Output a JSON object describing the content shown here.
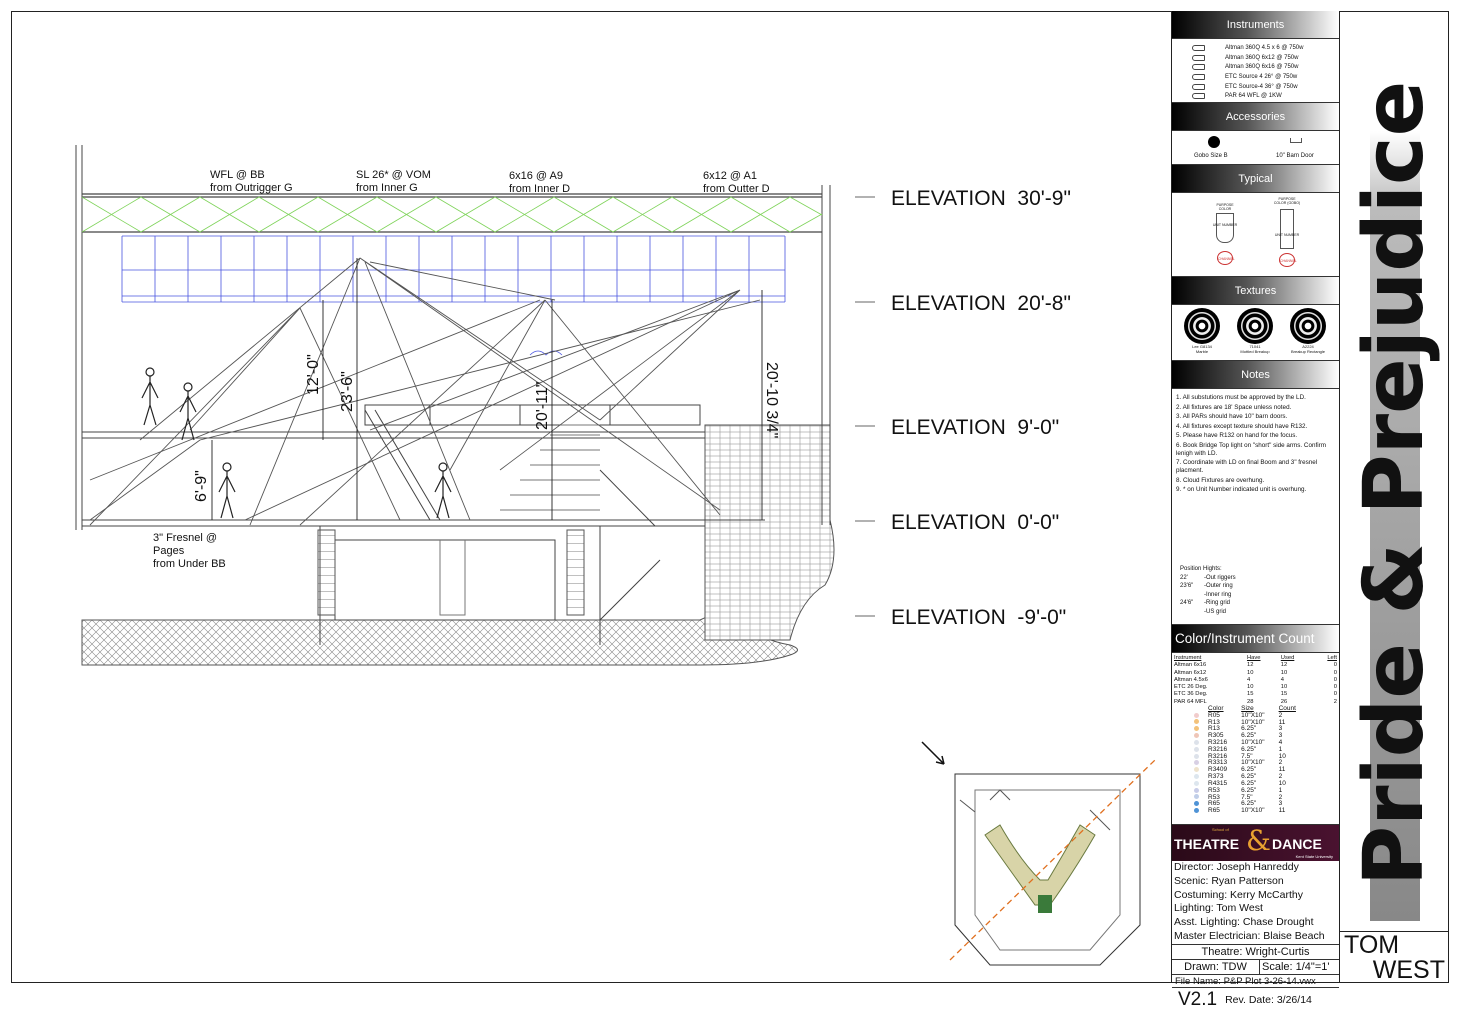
{
  "drawing": {
    "labels": [
      {
        "l1": "WFL @ BB",
        "l2": "from Outrigger G"
      },
      {
        "l1": "SL 26* @ VOM",
        "l2": "from Inner G"
      },
      {
        "l1": "6x16 @ A9",
        "l2": "from Inner D"
      },
      {
        "l1": "6x12 @ A1",
        "l2": "from Outter D"
      }
    ],
    "fresnel": [
      "3\" Fresnel @",
      "Pages",
      "from Under BB"
    ],
    "dimensions": [
      "12'-0\"",
      "23'-6\"",
      "20'-11\"",
      "20'-10 3/4\"",
      "6'-9\""
    ],
    "elevations": [
      "ELEVATION  30'-9\"",
      "ELEVATION  20'-8\"",
      "ELEVATION  9'-0\"",
      "ELEVATION  0'-0\"",
      "ELEVATION  -9'-0\""
    ]
  },
  "title_block": {
    "instruments_title": "Instruments",
    "instruments": [
      "Altman 360Q 4.5 x 6 @ 750w",
      "Altman 360Q 6x12 @ 750w",
      "Altman 360Q 6x16 @ 750w",
      "ETC Source 4 26° @ 750w",
      "ETC Source-4 36° @ 750w",
      "PAR 64 WFL @ 1KW"
    ],
    "accessories_title": "Accessories",
    "accessories": [
      "Gobo Size B",
      "10\" Barn Door"
    ],
    "typical_title": "Typical",
    "typical_labels": [
      "PURPOSE COLOR",
      "UNIT NUMBER",
      "CHANNEL",
      "PURPOSE COLOR (GOBO)",
      "UNIT NUMBER",
      "CHANNEL"
    ],
    "textures_title": "Textures",
    "textures": [
      {
        "l1": "Lee G8134",
        "l2": "Marble"
      },
      {
        "l1": "71041",
        "l2": "Mottled Breakup"
      },
      {
        "l1": "A2224",
        "l2": "Breakup Rectangle"
      }
    ],
    "notes_title": "Notes",
    "notes": [
      "1. All substutions must be approved by the LD.",
      "2. All fixtures are 18' Space unless noted.",
      "3. All PARs should have 10\" barn doors.",
      "4. All fixtures except texture should have R132.",
      "5. Please have R132 on hand for the focus.",
      "6. Book Bridge Top light on \"short\" side arms. Confirm lenigh with LD.",
      "7. Coordinate with LD on final Boom and 3\" fresnel placment.",
      "8. Cloud Fixtures are overhung.",
      "9. * on Unit Number indicated unit is overhung."
    ],
    "position_title": "Position Hights:",
    "positions": [
      {
        "h": "22'",
        "p": "-Out riggers"
      },
      {
        "h": "23'6\"",
        "p": "-Outer ring"
      },
      {
        "h": "",
        "p": "-Inner ring"
      },
      {
        "h": "24'6\"",
        "p": "-Ring grid"
      },
      {
        "h": "",
        "p": "-US grid"
      }
    ],
    "count_title": "Color/Instrument Count",
    "inst_headers": [
      "Instrument",
      "Have",
      "Used",
      "Left"
    ],
    "inst_rows": [
      [
        "Altman 6x16",
        "12",
        "12",
        "0"
      ],
      [
        "Altman 6x12",
        "10",
        "10",
        "0"
      ],
      [
        "Altman 4.5x6",
        "4",
        "4",
        "0"
      ],
      [
        "ETC 26 Deg.",
        "10",
        "10",
        "0"
      ],
      [
        "ETC 36 Deg.",
        "15",
        "15",
        "0"
      ],
      [
        "PAR 64 MFL",
        "28",
        "26",
        "2"
      ]
    ],
    "color_headers": [
      "Color",
      "Size",
      "Count"
    ],
    "color_rows": [
      {
        "c": "R05",
        "s": "10\"X10\"",
        "n": "2",
        "hex": "#f1cccc"
      },
      {
        "c": "R13",
        "s": "10\"X10\"",
        "n": "11",
        "hex": "#f3c27a"
      },
      {
        "c": "R13",
        "s": "6.25\"",
        "n": "3",
        "hex": "#f3c27a"
      },
      {
        "c": "R305",
        "s": "6.25\"",
        "n": "3",
        "hex": "#efc6b8"
      },
      {
        "c": "R3216",
        "s": "10\"X10\"",
        "n": "4",
        "hex": "#dde2ea"
      },
      {
        "c": "R3216",
        "s": "6.25\"",
        "n": "1",
        "hex": "#dde2ea"
      },
      {
        "c": "R3216",
        "s": "7.5\"",
        "n": "10",
        "hex": "#dde2ea"
      },
      {
        "c": "R3313",
        "s": "10\"X10\"",
        "n": "2",
        "hex": "#d8d0e4"
      },
      {
        "c": "R3409",
        "s": "6.25\"",
        "n": "11",
        "hex": "#efe3cc"
      },
      {
        "c": "R373",
        "s": "6.25\"",
        "n": "2",
        "hex": "#dde6ee"
      },
      {
        "c": "R4315",
        "s": "6.25\"",
        "n": "10",
        "hex": "#dde6ee"
      },
      {
        "c": "R53",
        "s": "6.25\"",
        "n": "1",
        "hex": "#c8cce8"
      },
      {
        "c": "R53",
        "s": "7.5\"",
        "n": "2",
        "hex": "#c0cee8"
      },
      {
        "c": "R65",
        "s": "6.25\"",
        "n": "3",
        "hex": "#4f93d6"
      },
      {
        "c": "R65",
        "s": "10\"X10\"",
        "n": "11",
        "hex": "#4f93d6"
      }
    ],
    "logo": {
      "school_of": "School of",
      "name_left": "THEATRE",
      "amp": "&",
      "name_right": "DANCE",
      "univ": "Kent State University"
    },
    "crew": [
      "Director: Joseph Hanreddy",
      "Scenic: Ryan Patterson",
      "Costuming: Kerry McCarthy",
      "Lighting: Tom West",
      "Asst. Lighting: Chase Drought",
      "Master Electrician: Blaise  Beach"
    ],
    "theatre": "Theatre: Wright-Curtis",
    "drawn": "Drawn: TDW",
    "scale": "Scale: 1/4\"=1'",
    "file_name": "File Name: P&P Plot 3-26-14.vwx",
    "version": "V2.1",
    "rev_date": "Rev. Date: 3/26/14"
  },
  "show_title": "Pride & Prejudice",
  "designer": {
    "first": "TOM",
    "last": "WEST"
  }
}
